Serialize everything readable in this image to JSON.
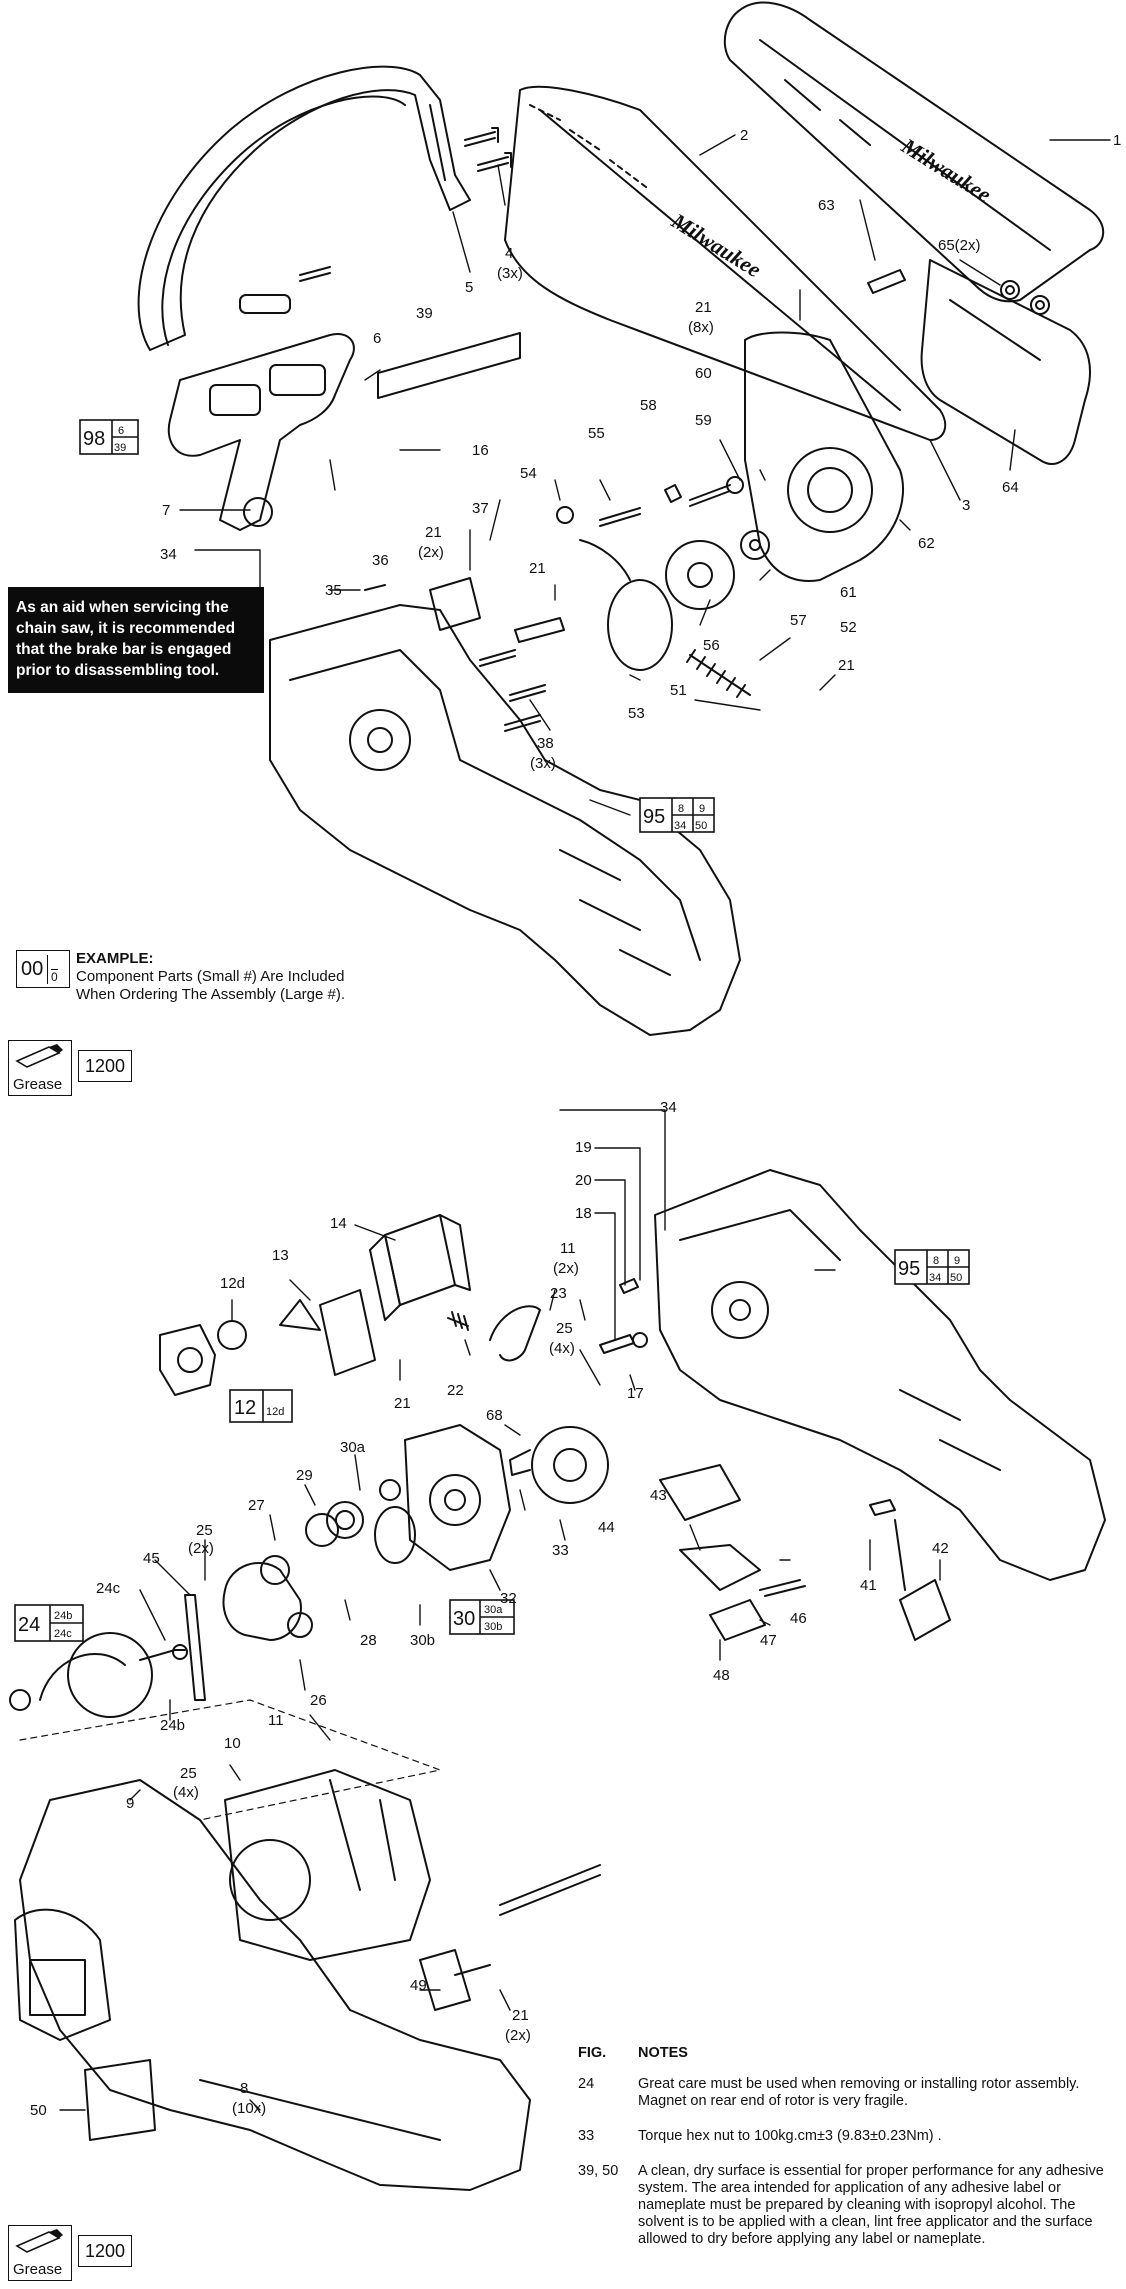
{
  "notice": "As an aid when servicing the chain saw, it is recommended that the brake bar is engaged prior to disassembling tool.",
  "example": {
    "big": "00",
    "small_top": "",
    "small_bottom": "0",
    "title": "EXAMPLE:",
    "line1": "Component Parts (Small #) Are Included",
    "line2": "When Ordering The Assembly (Large #)."
  },
  "grease": {
    "label": "Grease",
    "number": "1200"
  },
  "notes": {
    "col_fig": "FIG.",
    "col_notes": "NOTES",
    "rows": [
      {
        "fig": "24",
        "text": "Great care must be used when removing or installing rotor assembly. Magnet on rear end of rotor is very fragile."
      },
      {
        "fig": "33",
        "text": "Torque hex nut to 100kg.cm±3 (9.83±0.23Nm) ."
      },
      {
        "fig": "39, 50",
        "text": "A clean, dry surface is essential for proper performance for any adhesive system. The area intended for application of any adhesive label or nameplate must be prepared by cleaning with isopropyl alcohol. The solvent is to be applied with a clean, lint free applicator and the surface allowed to dry before applying any label or nameplate."
      }
    ]
  },
  "assemblies": {
    "a98": {
      "big": "98",
      "top": "6",
      "bottom": "39"
    },
    "a95": {
      "big": "95",
      "top_l": "8",
      "top_r": "9",
      "bot_l": "34",
      "bot_r": "50"
    },
    "a12": {
      "big": "12",
      "small": "12d"
    },
    "a30": {
      "big": "30",
      "top": "30a",
      "bottom": "30b"
    },
    "a24": {
      "big": "24",
      "top": "24b",
      "bottom": "24c"
    }
  },
  "callouts": {
    "c1": "1",
    "c2": "2",
    "c3": "3",
    "c4": "4",
    "c4q": "(3x)",
    "c5": "5",
    "c6": "6",
    "c7": "7",
    "c16": "16",
    "c21a": "21",
    "c21a_q": "(8x)",
    "c21b": "21",
    "c21b_q": "(2x)",
    "c21c": "21",
    "c21d": "21",
    "c34": "34",
    "c35": "35",
    "c36": "36",
    "c37": "37",
    "c38": "38",
    "c38q": "(3x)",
    "c39": "39",
    "c51": "51",
    "c52": "52",
    "c53": "53",
    "c54": "54",
    "c55": "55",
    "c56": "56",
    "c57": "57",
    "c58": "58",
    "c59": "59",
    "c60": "60",
    "c61": "61",
    "c62": "62",
    "c63": "63",
    "c64": "64",
    "c65": "65(2x)",
    "d34": "34",
    "d19": "19",
    "d20": "20",
    "d18": "18",
    "d11": "11",
    "d11q": "(2x)",
    "d25": "25",
    "d25q": "(4x)",
    "d23": "23",
    "d14": "14",
    "d13": "13",
    "d12d": "12d",
    "d22": "22",
    "d21": "21",
    "d17": "17",
    "d68": "68",
    "d30a": "30a",
    "d29": "29",
    "d27": "27",
    "d25b": "25",
    "d25bq": "(2x)",
    "d45": "45",
    "d24c": "24c",
    "d24b": "24b",
    "d26": "26",
    "d28": "28",
    "d30b": "30b",
    "d32": "32",
    "d33": "33",
    "d44": "44",
    "d43": "43",
    "d46": "46",
    "d47": "47",
    "d48": "48",
    "d41": "41",
    "d42": "42",
    "d11b": "11",
    "d10": "10",
    "d25c": "25",
    "d25cq": "(4x)",
    "d9": "9",
    "d49": "49",
    "d21b": "21",
    "d21bq": "(2x)",
    "d50": "50",
    "d8": "8",
    "d8q": "(10x)"
  },
  "brand_text": "Milwaukee",
  "colors": {
    "ink": "#111111",
    "paper": "#ffffff",
    "notice_bg": "#0b0b0b"
  }
}
